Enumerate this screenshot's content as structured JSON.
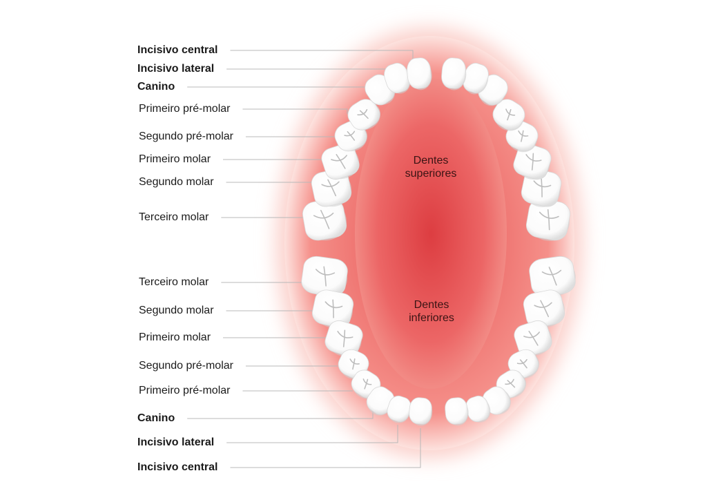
{
  "jaws": {
    "upper": [
      "Dentes",
      "superiores"
    ],
    "lower": [
      "Dentes",
      "inferiores"
    ]
  },
  "labels": {
    "upper": [
      {
        "text": "Incisivo central",
        "bold": true
      },
      {
        "text": "Incisivo lateral",
        "bold": true
      },
      {
        "text": "Canino",
        "bold": true
      },
      {
        "text": "Primeiro pré-molar",
        "bold": false
      },
      {
        "text": "Segundo pré-molar",
        "bold": false
      },
      {
        "text": "Primeiro molar",
        "bold": false
      },
      {
        "text": "Segundo molar",
        "bold": false
      },
      {
        "text": "Terceiro molar",
        "bold": false
      }
    ],
    "lower": [
      {
        "text": "Terceiro molar",
        "bold": false
      },
      {
        "text": "Segundo molar",
        "bold": false
      },
      {
        "text": "Primeiro molar",
        "bold": false
      },
      {
        "text": "Segundo pré-molar",
        "bold": false
      },
      {
        "text": "Primeiro pré-molar",
        "bold": false
      },
      {
        "text": "Canino",
        "bold": true
      },
      {
        "text": "Incisivo lateral",
        "bold": true
      },
      {
        "text": "Incisivo central",
        "bold": true
      }
    ]
  },
  "colors": {
    "gum_center": "#e2474a",
    "gum_mid": "#f5908a",
    "gum_edge": "#fde2de",
    "tooth": "#ffffff",
    "tooth_shadow": "#cfcfcf",
    "leader": "#b8b8b8"
  }
}
